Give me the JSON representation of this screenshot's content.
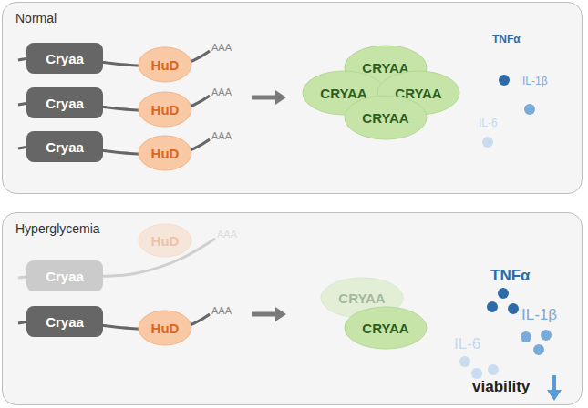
{
  "diagram": {
    "nodes": [
      {
        "text": [
          "Normal"
        ]
      },
      {
        "text": [
          "Cryaa"
        ],
        "in": 0
      },
      {
        "text": [
          "HuD"
        ],
        "in": 0
      },
      {
        "text": [
          "Cryaa"
        ],
        "in": 0
      },
      {
        "text": [
          "HuD"
        ],
        "in": 0
      },
      {
        "text": [
          "Cryaa"
        ],
        "in": 0
      },
      {
        "text": [
          "HuD"
        ],
        "in": 0
      },
      {
        "text": [
          "CRYAA"
        ],
        "in": 0
      },
      {
        "text": [
          "CRYAA"
        ],
        "in": 0
      },
      {
        "text": [
          "CRYAA"
        ],
        "in": 0
      },
      {
        "text": [
          "CRYAA"
        ],
        "in": 0
      },
      {
        "text": [
          "Hyperglycemia"
        ]
      },
      {
        "text": [
          "Cryaa"
        ],
        "in": 11
      },
      {
        "text": [
          "HuD"
        ],
        "in": 11
      },
      {
        "text": [
          "Cryaa"
        ],
        "in": 11
      },
      {
        "text": [
          "HuD"
        ],
        "in": 11
      },
      {
        "text": [
          "CRYAA"
        ],
        "in": 11
      },
      {
        "text": [
          "CRYAA"
        ],
        "in": 11
      }
    ],
    "labels": [
      "AAA",
      "AAA",
      "AAA",
      "TNFα",
      "IL-1β",
      "IL-6",
      "AAA",
      "AAA",
      "TNFα",
      "IL-1β",
      "IL-6",
      "viability"
    ]
  }
}
